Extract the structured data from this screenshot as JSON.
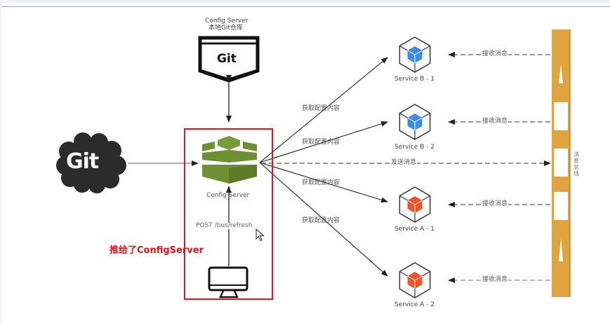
{
  "diagram": {
    "config_repo": {
      "title": "Config Server",
      "subtitle": "本地Git仓库",
      "badge": "Git"
    },
    "remote_git": {
      "label": "Git"
    },
    "config_server": {
      "label": "Config Server"
    },
    "client_request": {
      "label": "POST /bus/refresh"
    },
    "annotation": {
      "text": "推给了ConfigServer",
      "color": "#e5141c"
    },
    "fetch_label": "获取配置内容",
    "receive_label": "接收消息",
    "send_label": "发送消息",
    "services": [
      {
        "name": "Service B - 1",
        "color": "#3a8ee6"
      },
      {
        "name": "Service B - 2",
        "color": "#3a8ee6"
      },
      {
        "name": "Service A - 1",
        "color": "#f0532a"
      },
      {
        "name": "Service A - 2",
        "color": "#f0532a"
      }
    ],
    "bus": {
      "label": "消息总线",
      "color": "#dfa440"
    },
    "config_server_color": "#6f8f32"
  }
}
